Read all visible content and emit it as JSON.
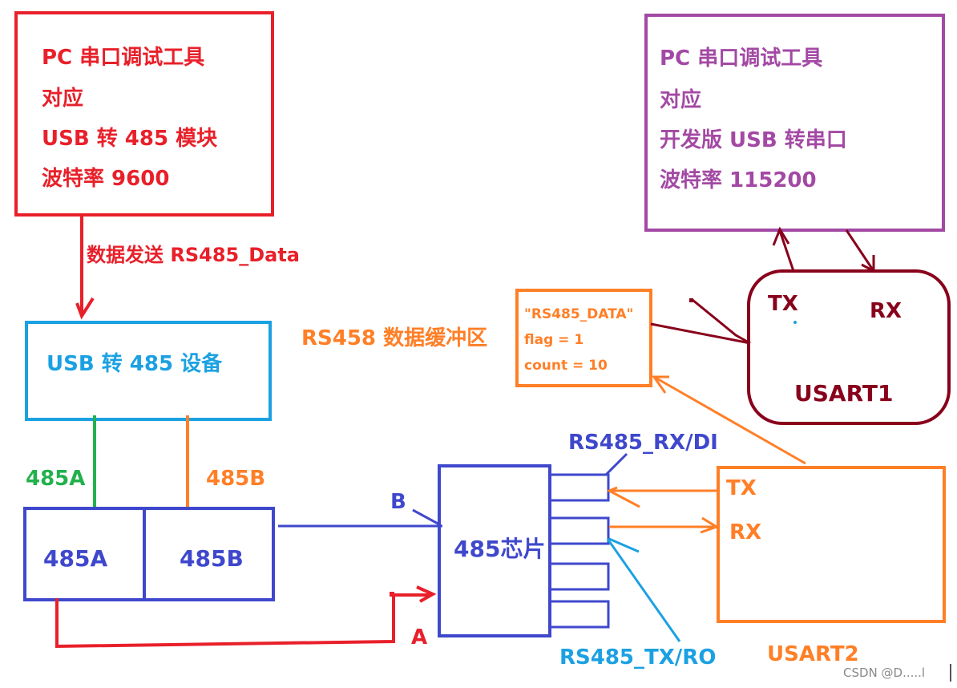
{
  "pc_tool_485": {
    "line1": "PC 串口调试工具",
    "line2": "对应",
    "line3": "USB 转 485 模块",
    "line4": "波特率 9600"
  },
  "pc_tool_usart": {
    "line1": "PC 串口调试工具",
    "line2": "对应",
    "line3": "开发版 USB 转串口",
    "line4": "波特率 115200"
  },
  "send_label": "数据发送 RS485_Data",
  "usb485_device_label": "USB 转 485 设备",
  "wire_labels": {
    "a_green": "485A",
    "b_orange": "485B",
    "b_blue": "B",
    "a_red": "A"
  },
  "terminal_labels": {
    "a": "485A",
    "b": "485B"
  },
  "buffer": {
    "title": "RS458 数据缓冲区",
    "line1": "\"RS485_DATA\"",
    "line2": "flag = 1",
    "line3": "count = 10"
  },
  "usart1": {
    "tx": "TX",
    "rx": "RX",
    "name": "USART1"
  },
  "chip_label": "485芯片",
  "pin_labels": {
    "rx_di": "RS485_RX/DI",
    "tx_ro": "RS485_TX/RO"
  },
  "usart2": {
    "tx": "TX",
    "rx": "RX",
    "name": "USART2"
  },
  "watermark": "CSDN @D.....l",
  "colors": {
    "red": "#e8202a",
    "purple": "#a349a4",
    "blue": "#3f48cc",
    "cyan": "#1ba1e2",
    "orange": "#ff7f27",
    "green": "#22b14c",
    "maroon": "#88001b"
  }
}
